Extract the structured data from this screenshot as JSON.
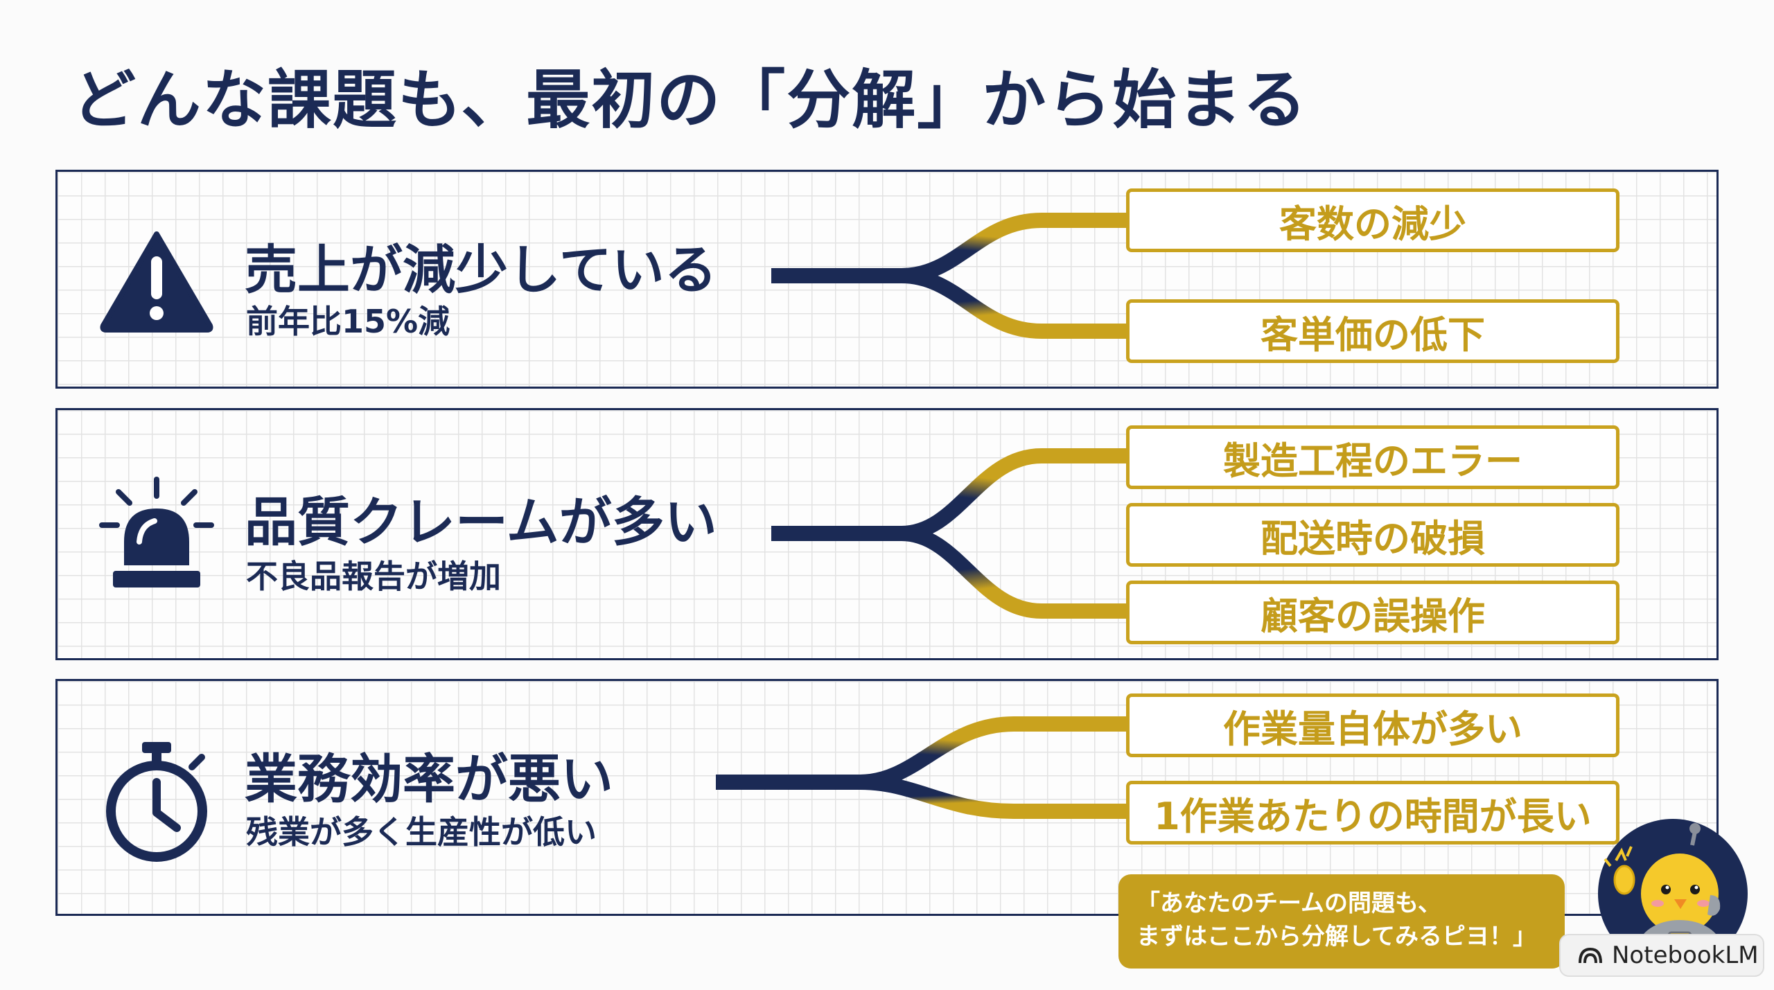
{
  "title": "どんな課題も、最初の「分解」から始まる",
  "colors": {
    "navy": "#1b2a55",
    "gold": "#c9a21e"
  },
  "problems": [
    {
      "icon": "warning-icon",
      "title": "売上が減少している",
      "subtitle": "前年比15%減",
      "causes": [
        "客数の減少",
        "客単価の低下"
      ]
    },
    {
      "icon": "alarm-light-icon",
      "title": "品質クレームが多い",
      "subtitle": "不良品報告が増加",
      "causes": [
        "製造工程のエラー",
        "配送時の破損",
        "顧客の誤操作"
      ]
    },
    {
      "icon": "stopwatch-icon",
      "title": "業務効率が悪い",
      "subtitle": "残業が多く生産性が低い",
      "causes": [
        "作業量自体が多い",
        "1作業あたりの時間が長い"
      ]
    }
  ],
  "speech_bubble": {
    "line1": "「あなたのチームの問題も、",
    "line2": "まずはここから分解してみるピヨ！」"
  },
  "badge": {
    "label": "NotebookLM"
  }
}
